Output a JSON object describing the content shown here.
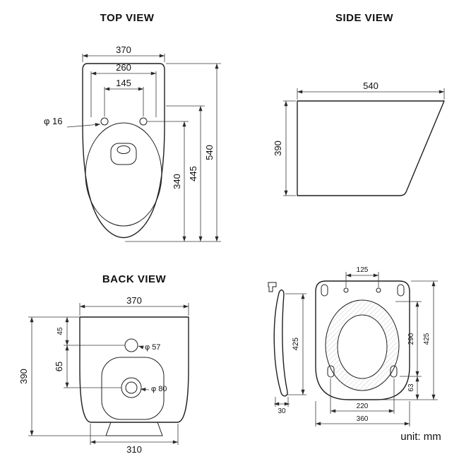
{
  "page": {
    "background": "#ffffff",
    "line_color": "#1f1f1f"
  },
  "views": {
    "top": {
      "title": "TOP VIEW",
      "dims": {
        "overall_width": "370",
        "inner_width": "260",
        "hole_spacing": "145",
        "hole_diameter": "φ 16",
        "overall_length": "540",
        "length_to_holes": "445",
        "bowl_length": "340"
      }
    },
    "side": {
      "title": "SIDE VIEW",
      "dims": {
        "length": "540",
        "height": "390"
      }
    },
    "back": {
      "title": "BACK VIEW",
      "dims": {
        "top_width": "370",
        "inlet_offset": "45",
        "outlet_offset": "65",
        "height": "390",
        "inlet_diameter": "φ 57",
        "outlet_diameter": "φ 80",
        "base_width": "310"
      }
    },
    "seat": {
      "dims": {
        "hinge_hole_spacing": "125",
        "side_length": "425",
        "side_thickness": "30",
        "opening_length": "290",
        "overall_length": "425",
        "tail_length": "63",
        "bumper_spacing": "220",
        "overall_width": "360"
      }
    }
  },
  "footer": {
    "unit_label": "unit: mm"
  }
}
